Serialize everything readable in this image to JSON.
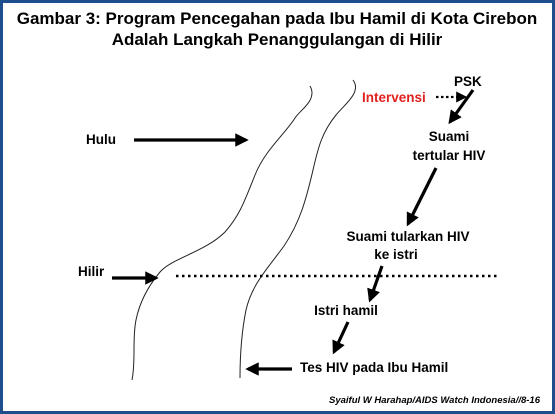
{
  "title": {
    "line1": "Gambar 3: Program Pencegahan pada Ibu Hamil di Kota Cirebon",
    "line2": "Adalah Langkah Penanggulangan di Hilir"
  },
  "labels": {
    "hulu": "Hulu",
    "hilir": "Hilir",
    "intervensi": "Intervensi",
    "psk": "PSK",
    "suami_tertular_1": "Suami",
    "suami_tertular_2": "tertular HIV",
    "suami_tularkan_1": "Suami tularkan HIV",
    "suami_tularkan_2": "ke istri",
    "istri_hamil": "Istri hamil",
    "tes_hiv": "Tes HIV pada Ibu Hamil"
  },
  "credit": "Syaiful W Harahap/AIDS Watch Indonesia//8-16",
  "colors": {
    "border": "#1f4e8c",
    "intervensi": "#e0221f",
    "ink": "#000000"
  }
}
